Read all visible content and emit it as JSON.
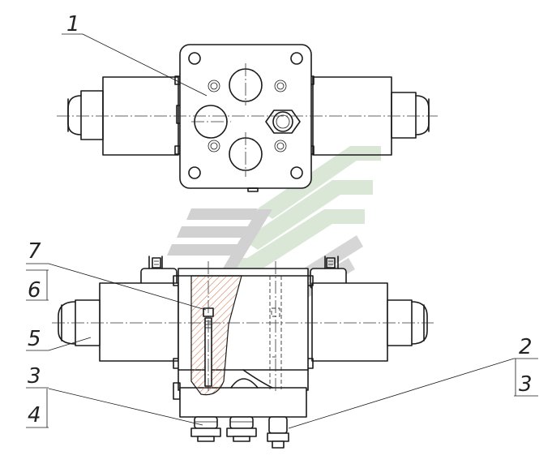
{
  "callouts": {
    "c1": "1",
    "c2": "2",
    "c3_right": "3",
    "c3_left": "3",
    "c4": "4",
    "c5": "5",
    "c6": "6",
    "c7": "7"
  },
  "colors": {
    "line": "#1a1a1a",
    "watermark_grey": "#c8c8c8",
    "watermark_green": "#d7e3d2",
    "section_hatch": "#e8a070"
  },
  "watermark": {
    "icon": "logo-watermark"
  }
}
